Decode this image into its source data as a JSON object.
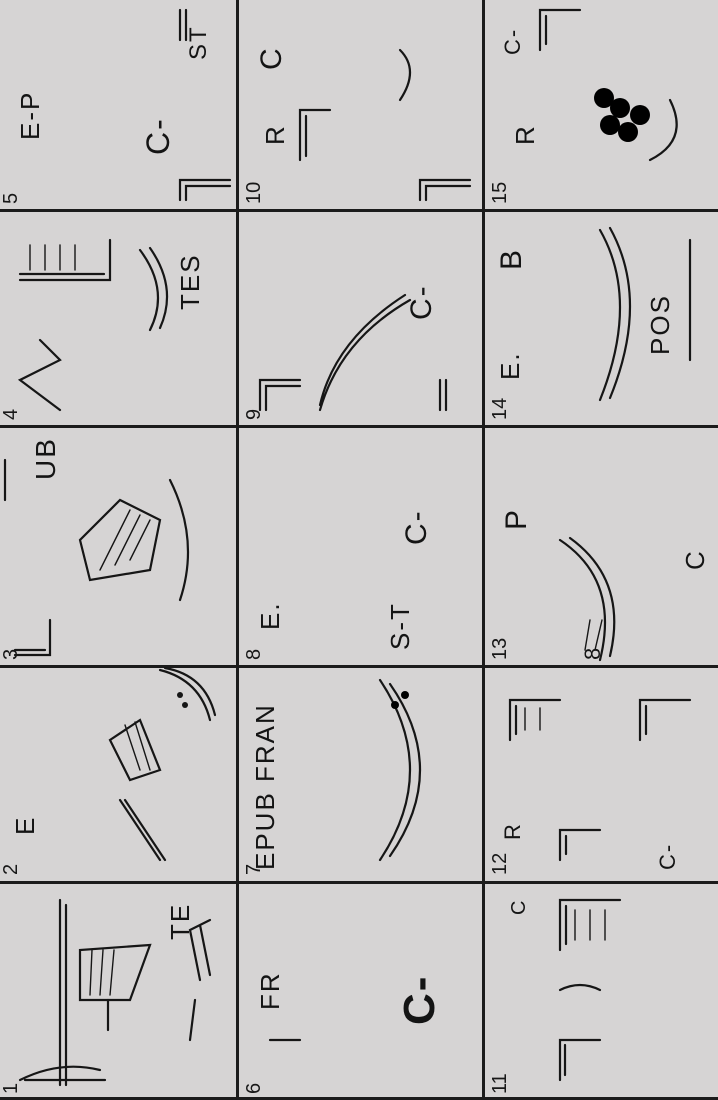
{
  "plate": {
    "panels": [
      {
        "number": "1",
        "labels": [
          "TE"
        ]
      },
      {
        "number": "2",
        "labels": [
          "E"
        ]
      },
      {
        "number": "3",
        "labels": [
          "UB"
        ]
      },
      {
        "number": "4",
        "labels": [
          "TES"
        ]
      },
      {
        "number": "5",
        "labels": [
          "E-P",
          "C-",
          "ST"
        ]
      },
      {
        "number": "6",
        "labels": [
          "FR",
          "C-"
        ]
      },
      {
        "number": "7",
        "labels": [
          "EPUB FRAN"
        ]
      },
      {
        "number": "8",
        "labels": [
          "E.",
          "C-",
          "S-T"
        ]
      },
      {
        "number": "9",
        "labels": [
          "C-"
        ]
      },
      {
        "number": "10",
        "labels": [
          "R",
          "C"
        ]
      },
      {
        "number": "11",
        "labels": [
          "C"
        ]
      },
      {
        "number": "12",
        "labels": [
          "R",
          "C-"
        ]
      },
      {
        "number": "13",
        "labels": [
          "P",
          "8",
          "C"
        ]
      },
      {
        "number": "14",
        "labels": [
          "E.",
          "B",
          "POS"
        ]
      },
      {
        "number": "15",
        "labels": [
          "R",
          "C-"
        ]
      }
    ]
  }
}
